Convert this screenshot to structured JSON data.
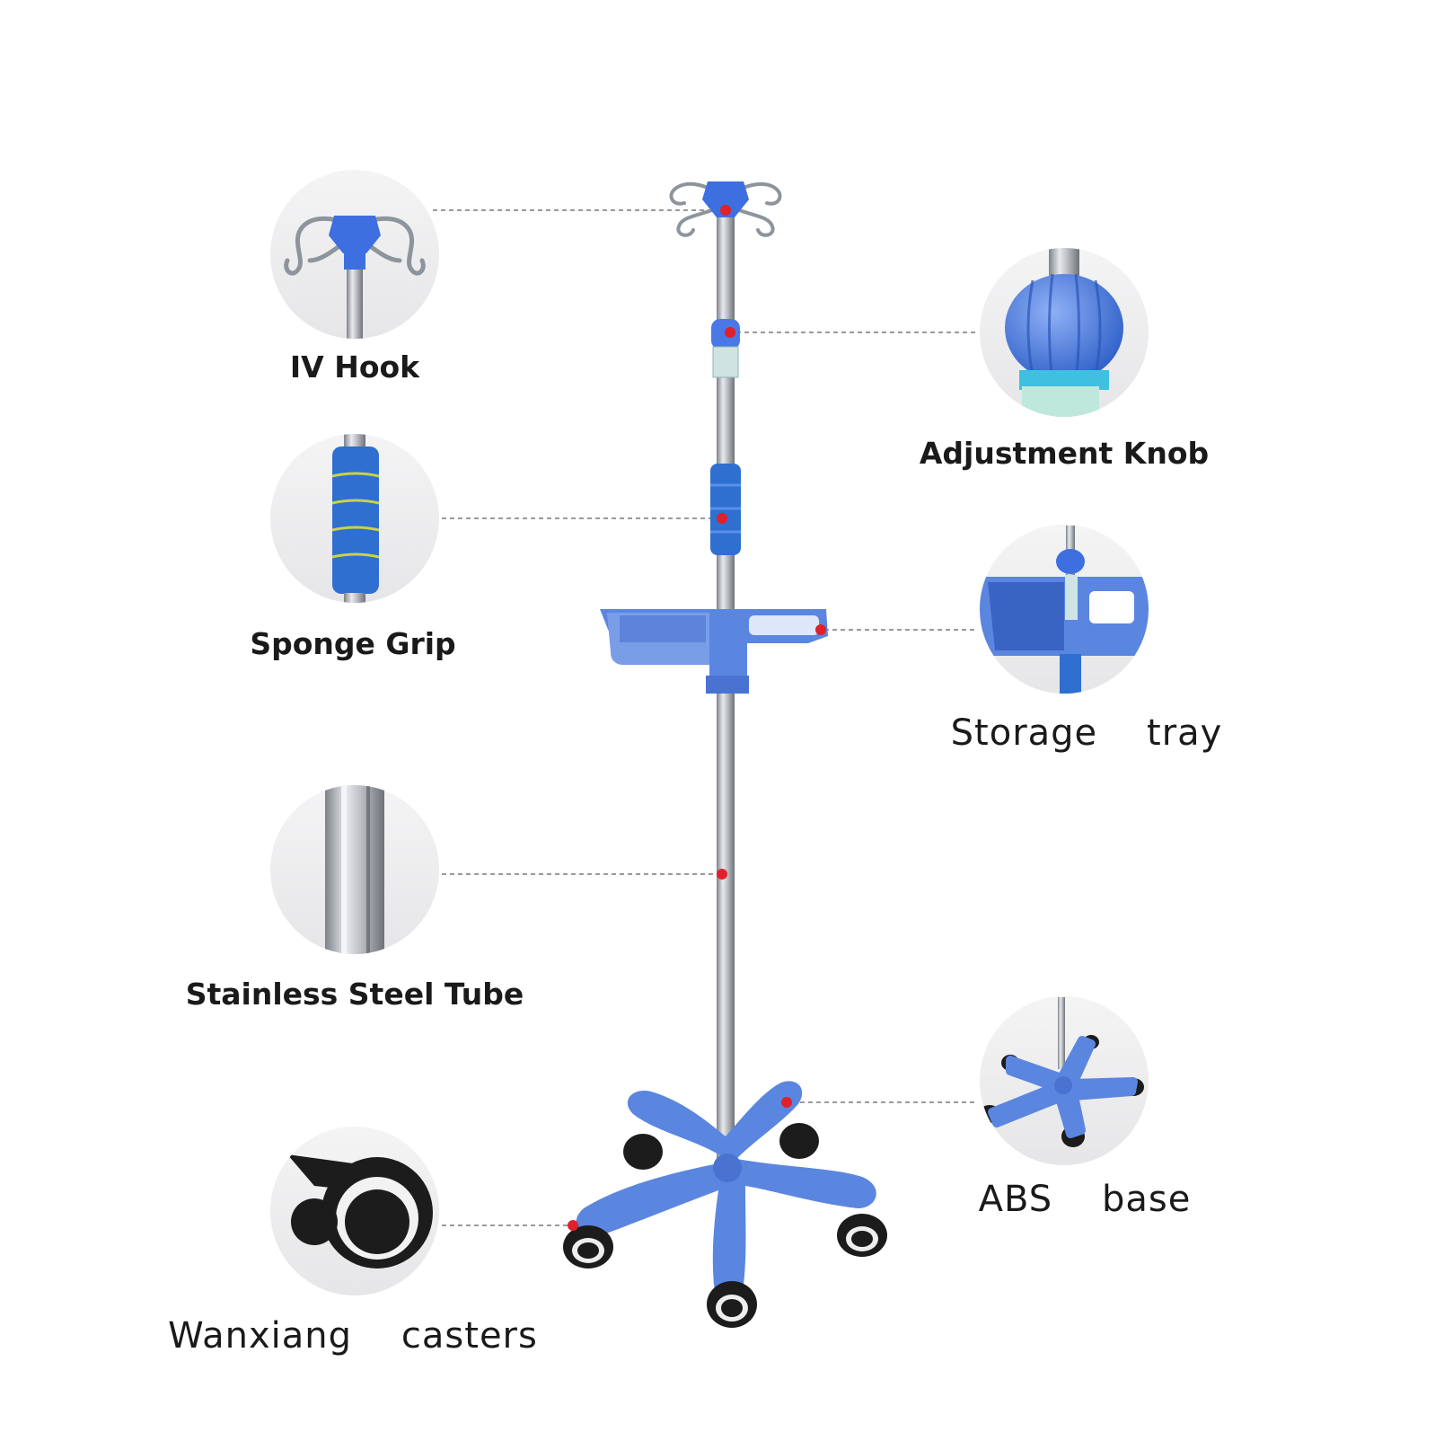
{
  "labels": {
    "iv_hook": "IV Hook",
    "adjustment_knob": "Adjustment Knob",
    "sponge_grip": "Sponge Grip",
    "storage_tray": "Storage    tray",
    "stainless_tube": "Stainless Steel Tube",
    "abs_base": "ABS    base",
    "casters": "Wanxiang    casters"
  },
  "colors": {
    "plastic_blue": "#5b86e0",
    "plastic_dark": "#3a64c4",
    "foam_blue": "#2f6fd0",
    "foam_stripe": "#c9d24a",
    "steel": "#b8bcc2",
    "steel_dark": "#6e737a",
    "marker_red": "#e0202a",
    "leader_line": "#9a9a9a",
    "circle_bg": "#eeeeef",
    "wheel_black": "#1c1c1c"
  }
}
